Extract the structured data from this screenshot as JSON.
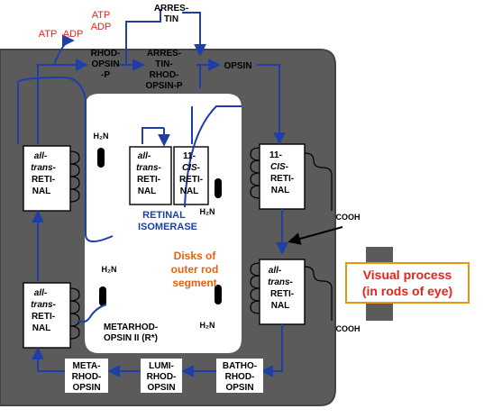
{
  "colors": {
    "membrane": "#5b5b5b",
    "membrane_edge": "#444444",
    "flow_arrow": "#1e3ea8",
    "atp_text": "#e8231c",
    "isomerase_text": "#1e3ea8",
    "disks_text": "#e8600e",
    "callout_text": "#e8231c",
    "callout_border": "#e8960e"
  },
  "labels": {
    "atp": "ATP",
    "adp": "ADP",
    "arrestin_line1": "ARRES-",
    "arrestin_line2": "TIN",
    "rhodopsin_p_line1": "RHOD-",
    "rhodopsin_p_line2": "OPSIN",
    "rhodopsin_p_line3": "-P",
    "arrestin_complex_line1": "ARRES-",
    "arrestin_complex_line2": "TIN-",
    "arrestin_complex_line3": "RHOD-",
    "arrestin_complex_line4": "OPSIN-P",
    "opsin": "OPSIN",
    "h2n": "H₂N",
    "cooh": "COOH",
    "all_line1": "all-",
    "all_line2": "trans-",
    "all_line3": "RETI-",
    "all_line4": "NAL",
    "cis_line1": "11-",
    "cis_line2": "CIS-",
    "cis_line3": "RETI-",
    "cis_line4": "NAL",
    "isomerase_line1": "RETINAL",
    "isomerase_line2": "ISOMERASE",
    "disks_line1": "Disks of",
    "disks_line2": "outer rod",
    "disks_line3": "segment",
    "metarhodopsin2_line1": "METARHOD-",
    "metarhodopsin2_line2": "OPSIN II (R*)",
    "meta_line1": "META-",
    "meta_line2": "RHOD-",
    "meta_line3": "OPSIN",
    "lumi_line1": "LUMI-",
    "lumi_line2": "RHOD-",
    "lumi_line3": "OPSIN",
    "batho_line1": "BATHO-",
    "batho_line2": "RHOD-",
    "batho_line3": "OPSIN",
    "callout_line1": "Visual process",
    "callout_line2": "(in rods of eye)"
  }
}
